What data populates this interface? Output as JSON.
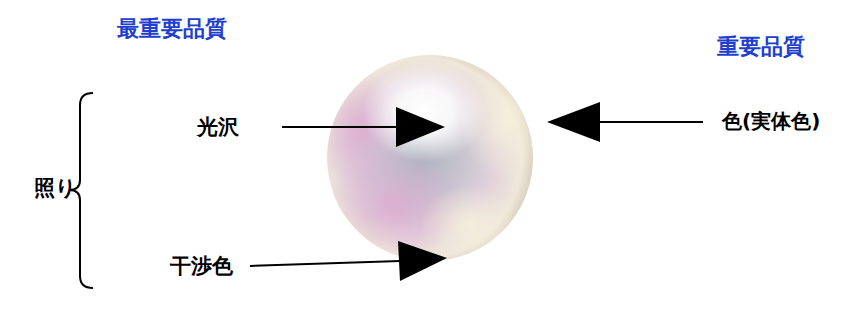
{
  "diagram": {
    "labels": [
      "最重要品質",
      "重要品質",
      "照り",
      "光沢",
      "干渉色",
      "色(実体色)"
    ]
  }
}
